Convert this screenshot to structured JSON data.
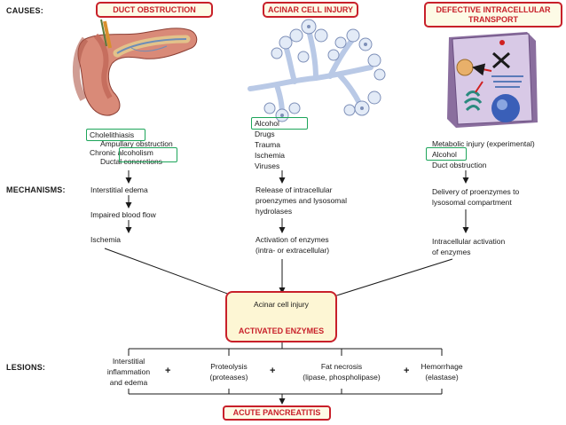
{
  "sections": {
    "causes": "CAUSES:",
    "mechanisms": "MECHANISMS:",
    "lesions": "LESIONS:"
  },
  "causes": {
    "duct": {
      "title": "DUCT OBSTRUCTION",
      "items": [
        "Cholelithiasis",
        "Ampullary obstruction",
        "Chronic alcoholism",
        "Ductal concretions"
      ],
      "mechanisms": [
        "Interstitial edema",
        "Impaired blood flow",
        "Ischemia"
      ]
    },
    "acinar": {
      "title": "ACINAR CELL INJURY",
      "items": [
        "Alcohol",
        "Drugs",
        "Trauma",
        "Ischemia",
        "Viruses"
      ],
      "mechanisms": [
        "Release of intracellular",
        "proenzymes and lysosomal",
        "hydrolases",
        "Activation of enzymes",
        "(intra- or extracellular)"
      ]
    },
    "transport": {
      "title_line1": "DEFECTIVE INTRACELLULAR",
      "title_line2": "TRANSPORT",
      "items": [
        "Metabolic injury (experimental)",
        "Alcohol",
        "Duct obstruction"
      ],
      "mechanisms": [
        "Delivery of proenzymes to",
        "lysosomal compartment",
        "Intracellular activation",
        "of enzymes"
      ]
    }
  },
  "center": {
    "injury": "Acinar cell injury",
    "activated": "ACTIVATED ENZYMES"
  },
  "lesions": [
    {
      "lines": [
        "Interstitial",
        "inflammation",
        "and edema"
      ]
    },
    {
      "lines": [
        "Proteolysis",
        "(proteases)"
      ]
    },
    {
      "lines": [
        "Fat necrosis",
        "(lipase, phospholipase)"
      ]
    },
    {
      "lines": [
        "Hemorrhage",
        "(elastase)"
      ]
    }
  ],
  "plus": "+",
  "outcome": "ACUTE PANCREATITIS",
  "colors": {
    "accent_red": "#c8202a",
    "highlight_green": "#1da55a",
    "box_fill": "#fdfbe6"
  }
}
